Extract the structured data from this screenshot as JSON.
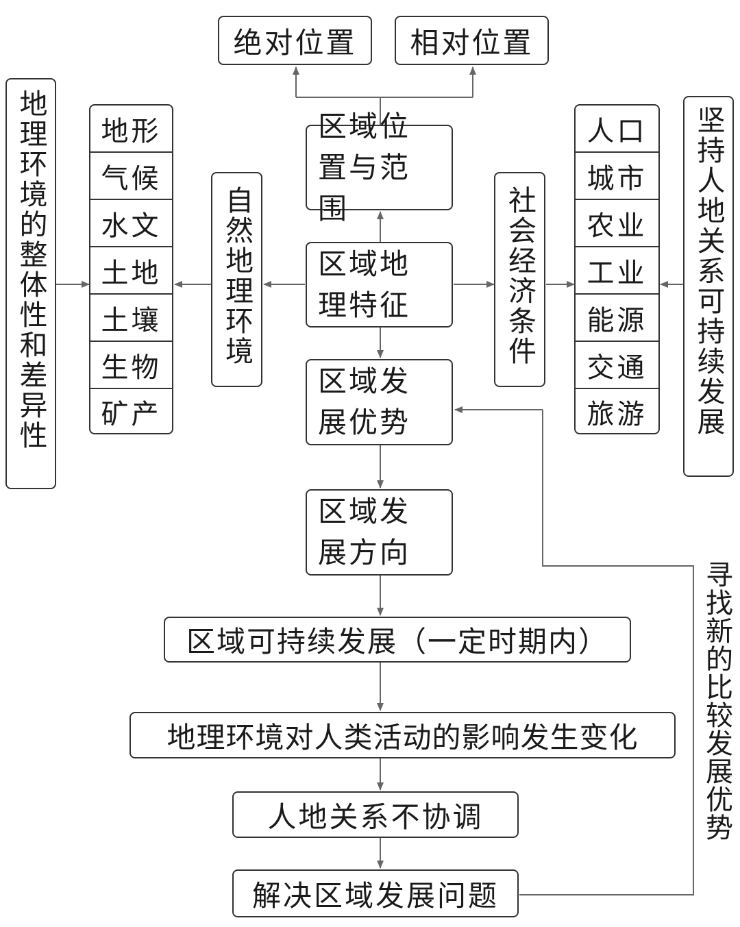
{
  "top": {
    "absolute_position": "绝对位置",
    "relative_position": "相对位置"
  },
  "center": {
    "location_range": "区域位置与范围",
    "regional_features": "区域地理特征",
    "development_advantage": "区域发展优势",
    "development_direction": "区域发展方向",
    "sustainable_development": "区域可持续发展（一定时期内）",
    "environment_impact_change": "地理环境对人类活动的影响发生变化",
    "human_land_imbalance": "人地关系不协调",
    "solve_problems": "解决区域发展问题"
  },
  "left": {
    "outer_label": "地理环境的整体性和差异性",
    "natural_environment": "自然地理环境",
    "natural_items": [
      "地形",
      "气候",
      "水文",
      "土地",
      "土壤",
      "生物",
      "矿产"
    ]
  },
  "right": {
    "outer_label": "坚持人地关系可持续发展",
    "socioeconomic": "社会经济条件",
    "socioeconomic_items": [
      "人口",
      "城市",
      "农业",
      "工业",
      "能源",
      "交通",
      "旅游"
    ],
    "feedback_label": "寻找新的比较发展优势"
  },
  "colors": {
    "line": "#666666",
    "border": "#333333"
  }
}
